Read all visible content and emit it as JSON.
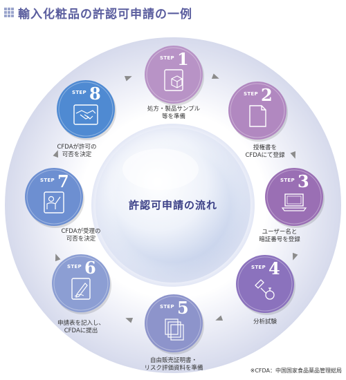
{
  "page": {
    "title": "輸入化粧品の許認可申請の一例",
    "center_label": "許認可申請の流れ",
    "footnote": "※CFDA：中国国家食品薬品管理総局"
  },
  "steps": [
    {
      "step_word": "STEP",
      "number": "1",
      "icon": "cubes-document-icon",
      "color": "#b893c6",
      "caption": [
        "処方・製品サンプル",
        "等を準備"
      ]
    },
    {
      "step_word": "STEP",
      "number": "2",
      "icon": "document-icon",
      "color": "#b188c0",
      "caption": [
        "授権書を",
        "CFDAにて登録"
      ]
    },
    {
      "step_word": "STEP",
      "number": "3",
      "icon": "laptop-icon",
      "color": "#9a6fb4",
      "caption": [
        "ユーザー名と",
        "暗証番号を登録"
      ]
    },
    {
      "step_word": "STEP",
      "number": "4",
      "icon": "lab-flask-icon",
      "color": "#8b72bd",
      "caption": [
        "分析試験"
      ]
    },
    {
      "step_word": "STEP",
      "number": "5",
      "icon": "documents-stack-icon",
      "color": "#8d94cb",
      "caption": [
        "自由販売証明書・",
        "リスク評価資料を準備"
      ]
    },
    {
      "step_word": "STEP",
      "number": "6",
      "icon": "pen-writing-icon",
      "color": "#8c9ed3",
      "caption": [
        "申請表を記入し、",
        "CFDAに提出"
      ]
    },
    {
      "step_word": "STEP",
      "number": "7",
      "icon": "person-presentation-icon",
      "color": "#6d8fd1",
      "caption": [
        "CFDAが受理の",
        "可否を決定"
      ]
    },
    {
      "step_word": "STEP",
      "number": "8",
      "icon": "handshake-icon",
      "color": "#4f8ad2",
      "caption": [
        "CFDAが許可の",
        "可否を決定"
      ]
    }
  ],
  "colors": {
    "title": "#5a5d9e",
    "ring_light": "#eef0f8",
    "ring_dark": "#d4d8ea",
    "arrow": "#8b8b8b",
    "center_text": "#3a3f86"
  }
}
